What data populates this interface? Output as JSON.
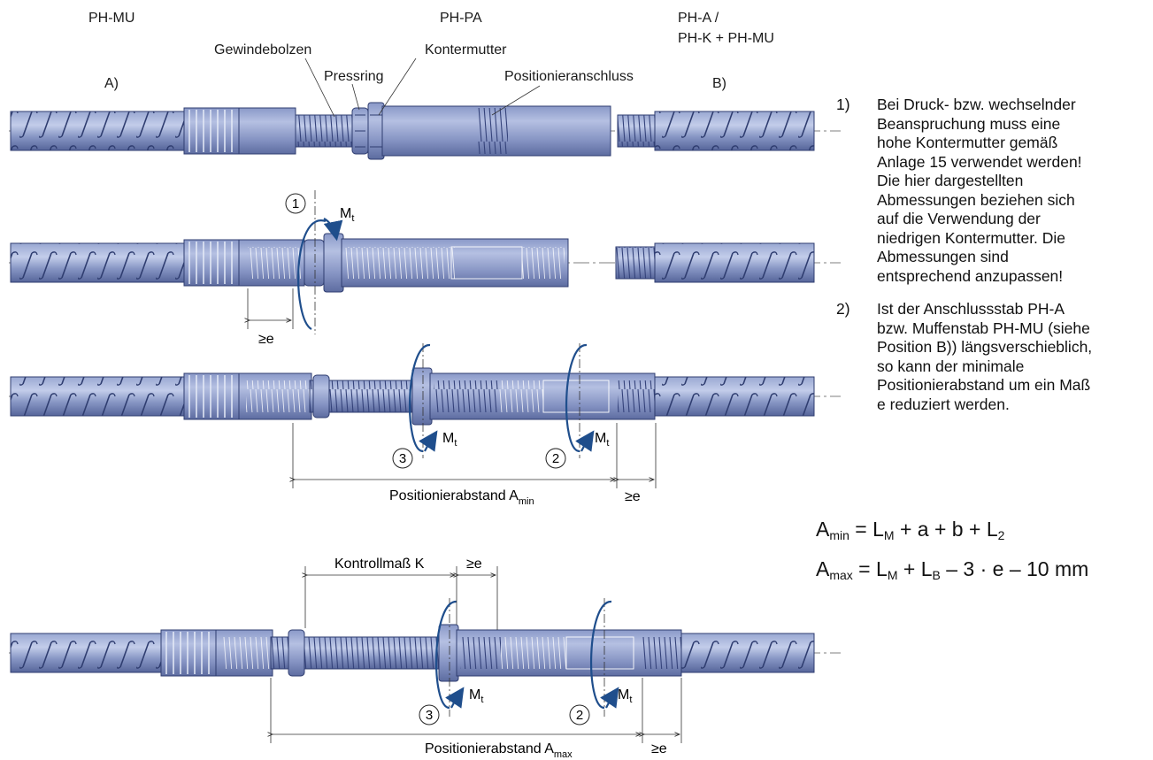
{
  "labels": {
    "ph_mu": "PH-MU",
    "ph_pa": "PH-PA",
    "ph_a_line1": "PH-A /",
    "ph_a_line2": "PH-K + PH-MU",
    "gewindebolzen": "Gewindebolzen",
    "pressring": "Pressring",
    "kontermutter": "Kontermutter",
    "positionieranschluss": "Positionieranschluss",
    "a_marker": "A)",
    "b_marker": "B)",
    "ge_e": "≥e",
    "mt_main": "M",
    "mt_sub": "t",
    "step1": "1",
    "step2": "2",
    "step3": "3",
    "pos_min_main": "Positionierabstand A",
    "pos_min_sub": "min",
    "pos_max_main": "Positionierabstand A",
    "pos_max_sub": "max",
    "kontrollmass": "Kontrollmaß K"
  },
  "notes": [
    {
      "num": "1)",
      "text": "Bei Druck- bzw. wechselnder\nBeanspruchung muss eine\nhohe Kontermutter gemäß\nAnlage 15 verwendet werden!\nDie hier dargestellten\nAbmessungen beziehen sich\nauf die Verwendung der\nniedrigen Kontermutter. Die\nAbmessungen sind\nentsprechend anzupassen!"
    },
    {
      "num": "2)",
      "text": "Ist der Anschlussstab PH-A\nbzw. Muffenstab PH-MU (siehe\nPosition B)) längsverschieblich,\nso kann der minimale\nPositionierabstand um ein Maß\ne reduziert werden."
    }
  ],
  "formulas": {
    "amin": {
      "a": "A",
      "a_sub": "min",
      "eq": " = L",
      "lm_sub": "M",
      "rest": " + a + b + L",
      "l2_sub": "2",
      "tail": ""
    },
    "amax": {
      "a": "A",
      "a_sub": "max",
      "eq": " = L",
      "lm_sub": "M",
      "mid": " + L",
      "lb_sub": "B",
      "tail": " – 3 · e – 10 mm"
    }
  },
  "colors": {
    "steel": "#7f8fbd",
    "steel_dark": "#3e4d84",
    "steel_light": "#b9c4e3",
    "arrow_blue": "#1f4e8c"
  }
}
